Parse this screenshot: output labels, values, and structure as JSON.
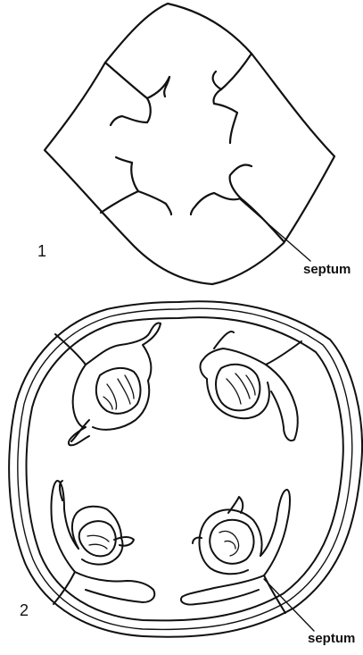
{
  "figure_1": {
    "number": "1",
    "callout": "septum"
  },
  "figure_2": {
    "number": "2",
    "callout": "septum"
  },
  "colors": {
    "ink": "#111111",
    "paper": "#ffffff"
  }
}
